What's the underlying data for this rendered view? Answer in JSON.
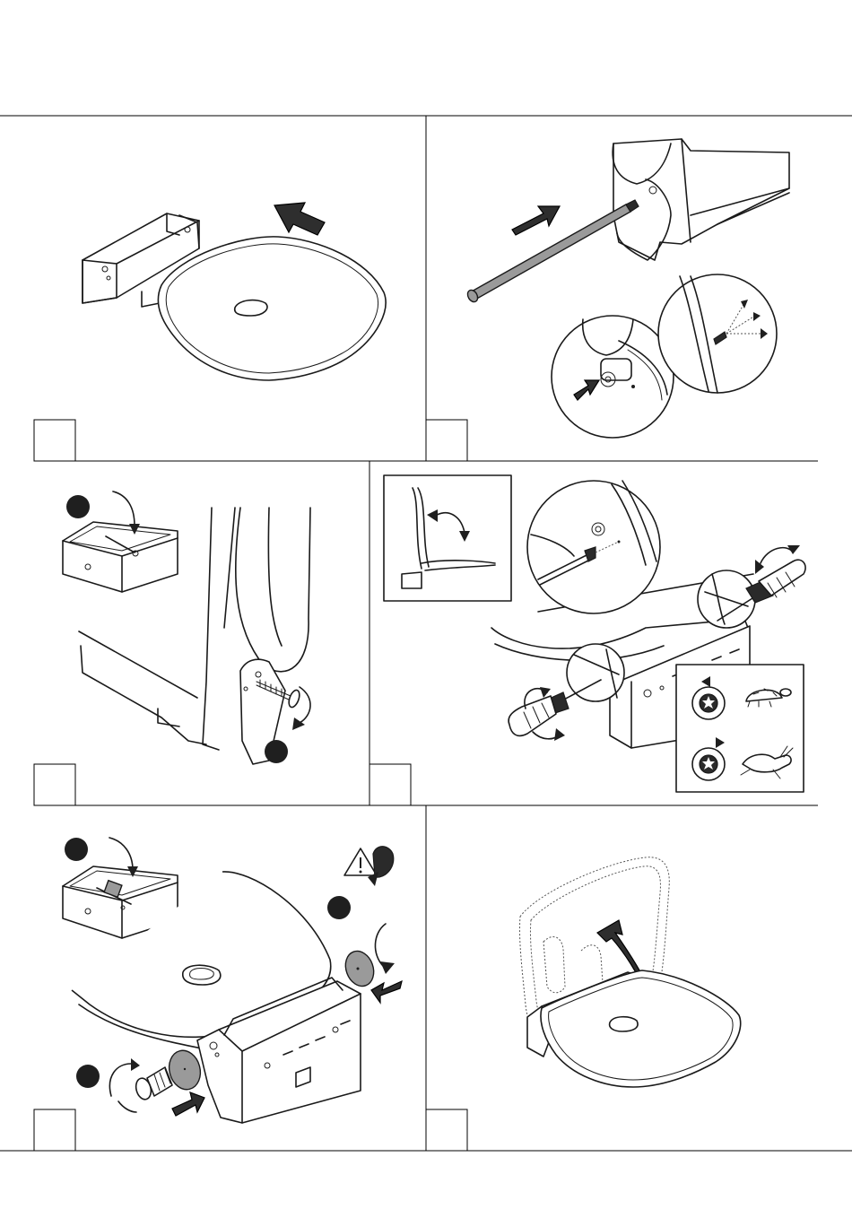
{
  "document": {
    "type": "assembly-instructions",
    "panel_count": 6
  },
  "panels": [
    {
      "id": "mount-seat",
      "step_label": "",
      "content": [
        "slide-arrow",
        "wall-bracket",
        "seat"
      ]
    },
    {
      "id": "insert-rod",
      "step_label": "",
      "content": [
        "push-arrow",
        "rod",
        "zoom-circle-push",
        "zoom-circle-tip"
      ]
    },
    {
      "id": "screw-pivot",
      "step_label": "",
      "content": [
        "marker-1",
        "parts-box",
        "screw",
        "rotate-arrow",
        "marker-2"
      ]
    },
    {
      "id": "tighten",
      "step_label": "",
      "content": [
        "seat-rotation-inset",
        "zoom-circle",
        "screwdrivers",
        "speed-legend"
      ]
    },
    {
      "id": "caps",
      "step_label": "",
      "content": [
        "marker-1",
        "parts-box",
        "warning-sign",
        "marker-2",
        "end-cap",
        "marker-3",
        "knob"
      ]
    },
    {
      "id": "fold-test",
      "step_label": "",
      "content": [
        "folded-seat-dotted",
        "fold-arrow",
        "seat-down"
      ]
    }
  ],
  "speed_legend": {
    "slow_icon": "turtle-icon",
    "fast_icon": "rabbit-icon"
  },
  "colors": {
    "line": "#1a1a1a",
    "cap_grey": "#9a9a9a",
    "arrow": "#2e2e2e",
    "marker": "#1f1f1f"
  }
}
